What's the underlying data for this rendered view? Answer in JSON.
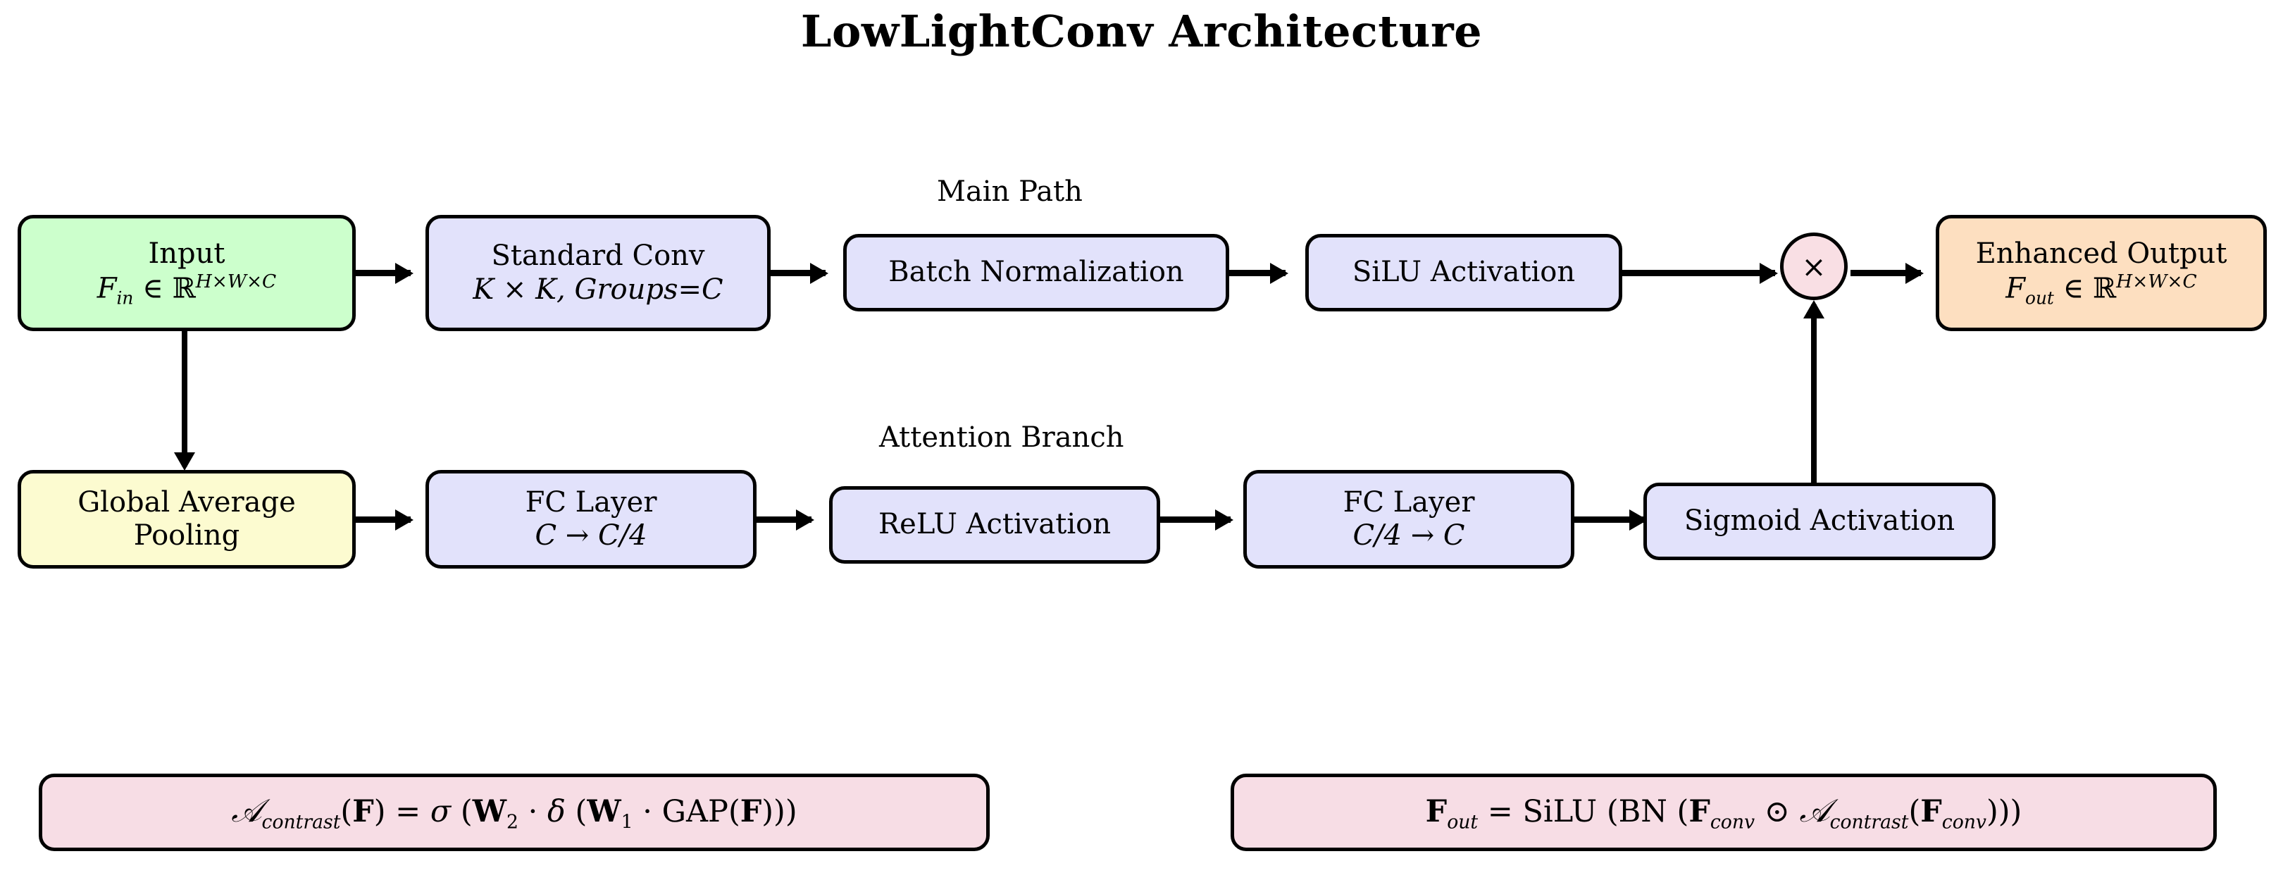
{
  "title": "LowLightConv Architecture",
  "path_labels": {
    "main": "Main Path",
    "attention": "Attention Branch"
  },
  "main_path": {
    "input": {
      "line1": "Input",
      "line2_var": "F",
      "line2_sub": "in",
      "line2_rel": " ∈ ℝ",
      "line2_sup": "H×W×C",
      "fill": "#ccffcc"
    },
    "conv": {
      "line1": "Standard Conv",
      "line2": "K × K, Groups=C",
      "fill": "#e2e2fb"
    },
    "batchnorm": {
      "line1": "Batch Normalization",
      "fill": "#e2e2fb"
    },
    "silu": {
      "line1": "SiLU Activation",
      "fill": "#e2e2fb"
    },
    "multiply": {
      "symbol": "×",
      "fill": "#f9dfe4"
    },
    "output": {
      "line1": "Enhanced Output",
      "line2_var": "F",
      "line2_sub": "out",
      "line2_rel": " ∈ ℝ",
      "line2_sup": "H×W×C",
      "fill": "#fddfc0"
    }
  },
  "attention_branch": {
    "gap": {
      "line1": "Global Average",
      "line2": "Pooling",
      "fill": "#fcfbd0"
    },
    "fc1": {
      "line1": "FC Layer",
      "line2": "C → C/4",
      "fill": "#e2e2fb"
    },
    "relu": {
      "line1": "ReLU Activation",
      "fill": "#e2e2fb"
    },
    "fc2": {
      "line1": "FC Layer",
      "line2": "C/4 → C",
      "fill": "#e2e2fb"
    },
    "sigmoid": {
      "line1": "Sigmoid Activation",
      "fill": "#e2e2fb"
    }
  },
  "formulas": {
    "attention": {
      "text": "𝒜_contrast(F) = σ (W₂ · δ (W₁ · GAP(F)))",
      "fill": "#f7dde5",
      "parts": {
        "cal": "𝒜",
        "sub": "contrast",
        "arg_open": "(",
        "F": "F",
        "arg_close": ")",
        "eq": " = ",
        "sigma": "σ",
        "open": " (",
        "W2": "W",
        "two": "2",
        "dot1": " · ",
        "delta": "δ",
        "open2": " (",
        "W1": "W",
        "one": "1",
        "dot2": " · ",
        "gap": "GAP(",
        "Fb": "F",
        "close": ")))"
      }
    },
    "output": {
      "text": "F_out = SiLU (BN (F_conv ⊙ 𝒜_contrast(F_conv)))",
      "fill": "#f7dde5",
      "parts": {
        "F": "F",
        "out": "out",
        "eq": " = ",
        "silu": "SiLU",
        "open": " (",
        "bn": "BN",
        "open2": " (",
        "Fc": "F",
        "conv": "conv",
        "odot": " ⊙ ",
        "cal": "𝒜",
        "sub": "contrast",
        "open3": "(",
        "Fc2": "F",
        "conv2": "conv",
        "close": ")))"
      }
    }
  },
  "colors": {
    "stroke": "#000000",
    "green": "#ccffcc",
    "blue": "#e2e2fb",
    "yellow": "#fcfbd0",
    "peach": "#fddfc0",
    "pink": "#f7dde5",
    "circle_pink": "#f9dfe4",
    "background": "#ffffff"
  }
}
